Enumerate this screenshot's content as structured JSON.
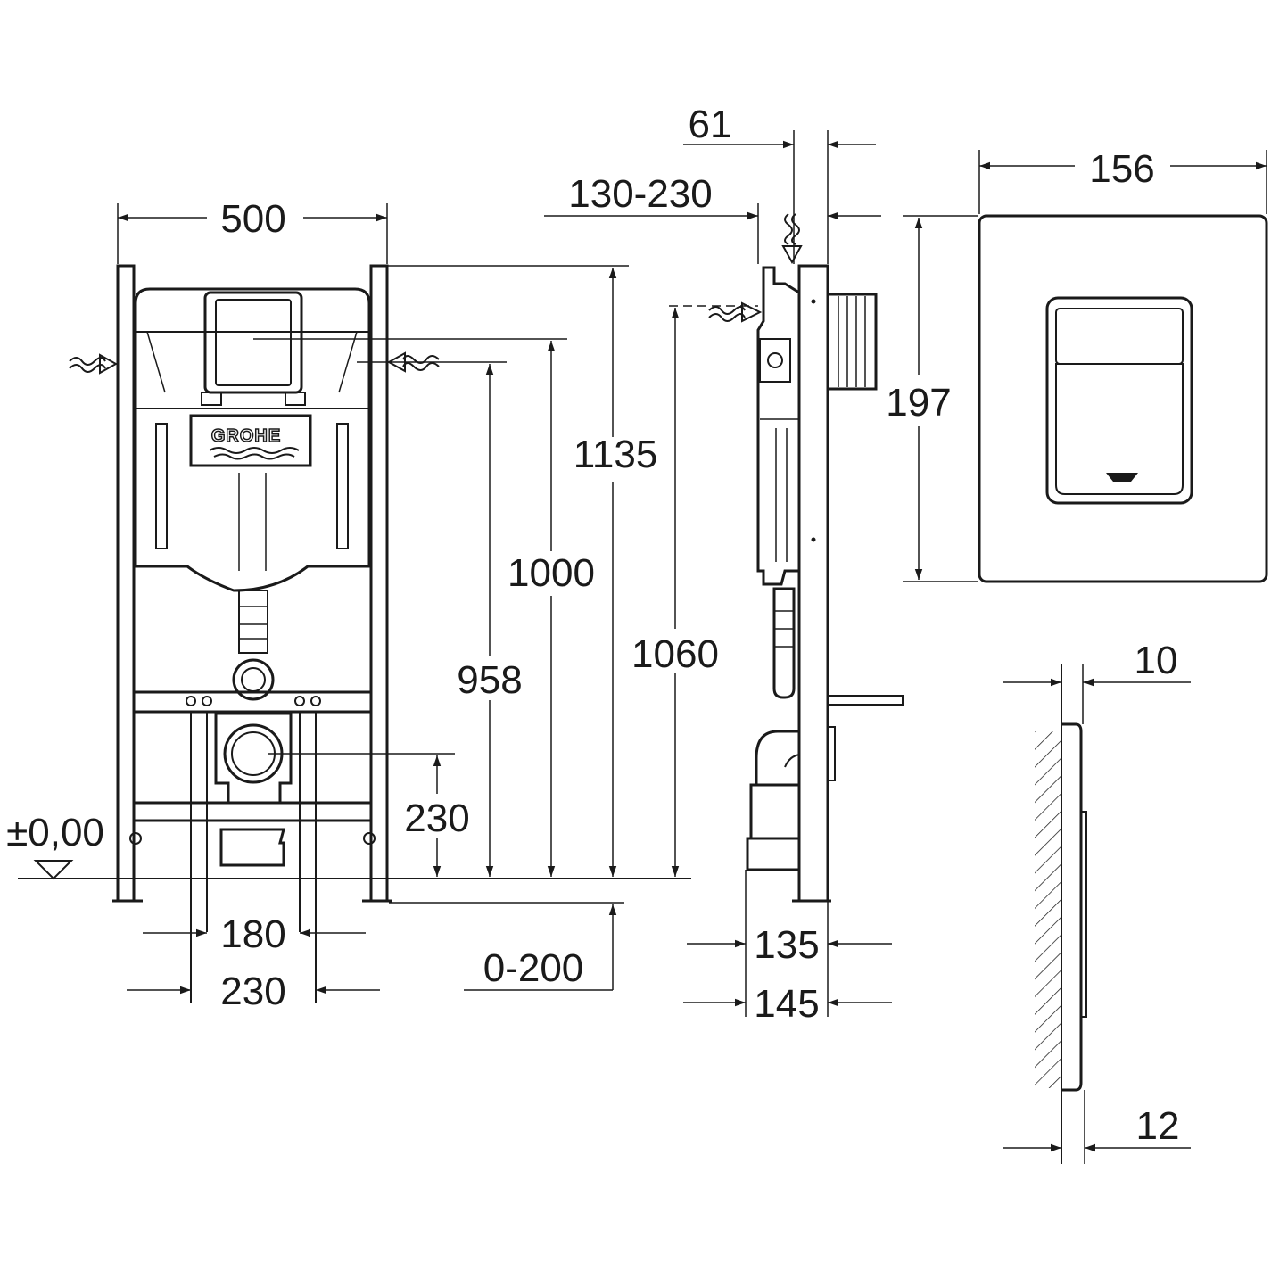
{
  "brand": "GROHE",
  "dimensions": {
    "frame_width": "500",
    "outlet_to_top": "1135",
    "actuator_height": "1000",
    "inlet_height": "958",
    "side_inlet_height": "1060",
    "outlet_height": "230",
    "floor_level": "±0,00",
    "bolt_spacing_inner": "180",
    "bolt_spacing_outer": "230",
    "foot_adjust": "0-200",
    "front_depth": "61",
    "wall_distance": "130-230",
    "depth_min": "135",
    "depth_max": "145",
    "plate_width": "156",
    "plate_height": "197",
    "plate_thickness_top": "10",
    "plate_thickness_bottom": "12"
  }
}
